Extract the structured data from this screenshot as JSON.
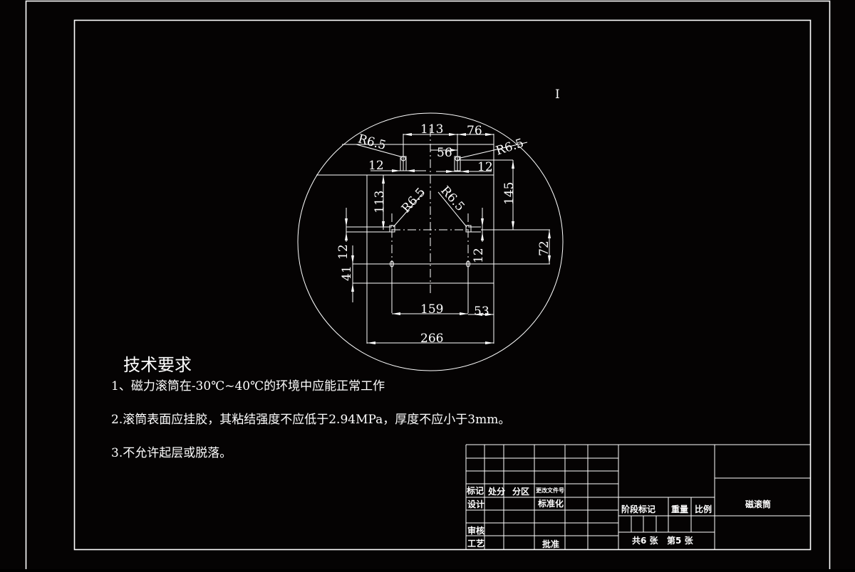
{
  "drawing": {
    "view_label": "I",
    "title": "磁滚筒",
    "dimensions": {
      "top_113": "113",
      "top_76": "76",
      "top_56": "56",
      "top_r_left": "R6.5",
      "top_r_right": "R6.5",
      "top_12_left": "12",
      "top_12_right": "12",
      "v_113": "113",
      "v_145": "145",
      "mid_r_left": "R6.5",
      "mid_r_right": "R6.5",
      "v_12_left": "12",
      "v_41": "41",
      "v_12_right": "12",
      "v_72": "72",
      "h_159": "159",
      "h_53": "53",
      "h_266": "266"
    }
  },
  "technical_requirements": {
    "heading": "技术要求",
    "items": [
      "1、磁力滚筒在-30℃~40℃的环境中应能正常工作",
      "2.滚筒表面应挂胶，其粘结强度不应低于2.94MPa，厚度不应小于3mm。",
      "3.不允许起层或脱落。"
    ]
  },
  "title_block": {
    "row_labels": {
      "mark": "标记",
      "count": "处分",
      "zone": "分区",
      "change_doc": "更改文件号",
      "design": "设计",
      "standardize": "标准化",
      "review": "审核",
      "process": "工艺",
      "approve": "批准"
    },
    "stage_mark": "阶段标记",
    "weight": "重量",
    "scale": "比例",
    "sheets": "共6 张   第5 张",
    "part_name": "磁滚筒"
  },
  "colors": {
    "background": "#050303",
    "line": "#ffffff"
  }
}
